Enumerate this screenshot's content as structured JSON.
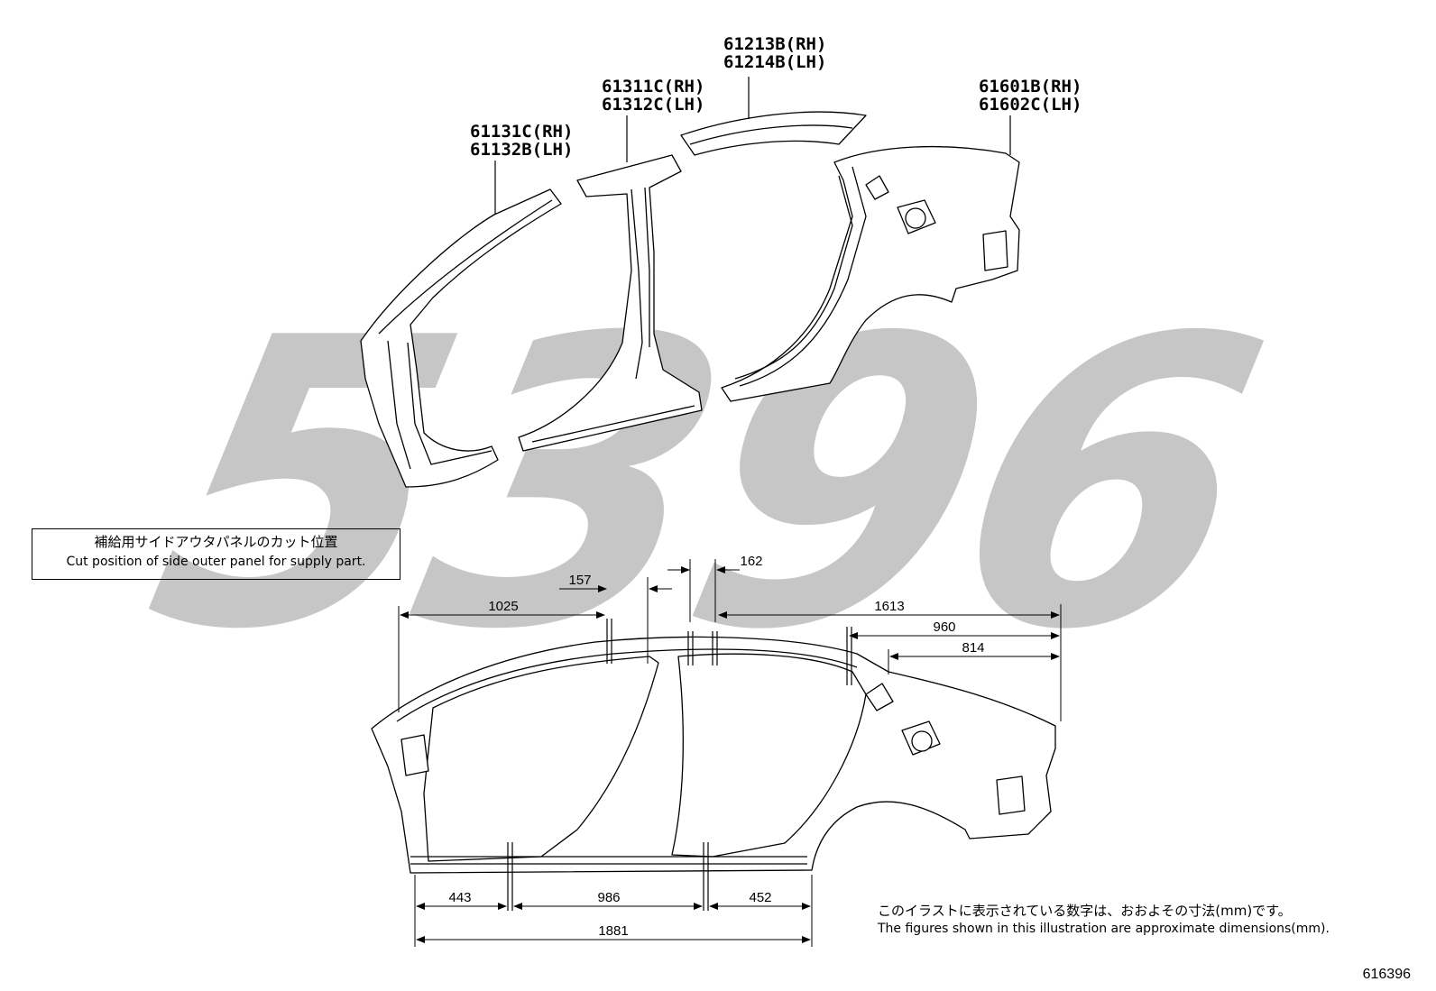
{
  "watermark_text": "5396",
  "parts": [
    {
      "rh": "61131C(RH)",
      "lh": "61132B(LH)"
    },
    {
      "rh": "61311C(RH)",
      "lh": "61312C(LH)"
    },
    {
      "rh": "61213B(RH)",
      "lh": "61214B(LH)"
    },
    {
      "rh": "61601B(RH)",
      "lh": "61602C(LH)"
    }
  ],
  "cut_note": {
    "jp": "補給用サイドアウタパネルのカット位置",
    "en": "Cut position of side outer panel for supply part."
  },
  "dimensions": {
    "d1025": "1025",
    "d157": "157",
    "d162": "162",
    "d1613": "1613",
    "d960": "960",
    "d814": "814",
    "d443": "443",
    "d986": "986",
    "d452": "452",
    "d1881": "1881"
  },
  "footnote": {
    "jp": "このイラストに表示されている数字は、おおよその寸法(mm)です。",
    "en": "The figures shown in this illustration are approximate dimensions(mm)."
  },
  "illustration_number": "616396"
}
